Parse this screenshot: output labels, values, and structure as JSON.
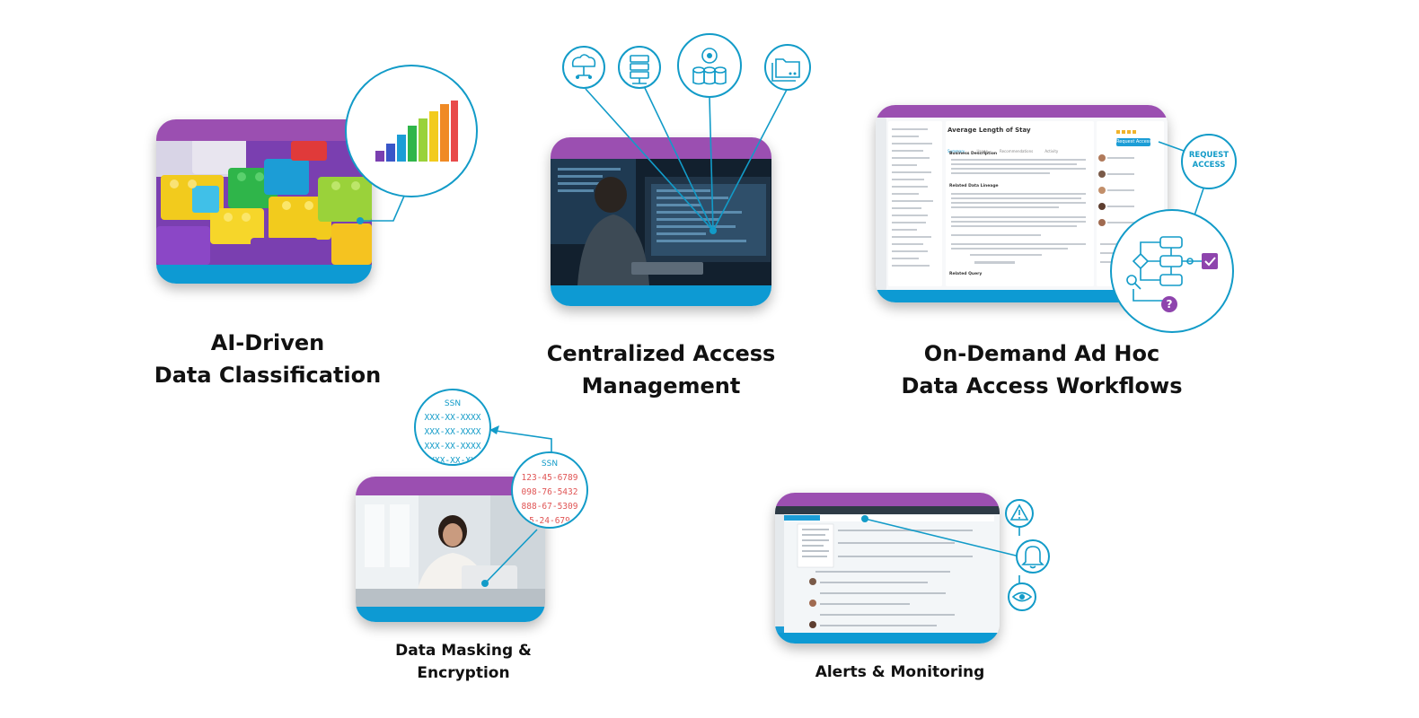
{
  "features": {
    "classification": {
      "line1": "AI-Driven",
      "line2": "Data Classification"
    },
    "access": {
      "line1": "Centralized Access",
      "line2": "Management"
    },
    "workflows": {
      "line1": "On-Demand Ad Hoc",
      "line2": "Data Access Workflows"
    },
    "masking": {
      "line1": "Data Masking &",
      "line2": "Encryption"
    },
    "monitoring": {
      "line1": "Alerts & Monitoring"
    }
  },
  "request_access_bubble": {
    "line1": "REQUEST",
    "line2": "ACCESS"
  },
  "ssn_masked": {
    "heading": "SSN",
    "rows": [
      "XXX-XX-XXXX",
      "XXX-XX-XXXX",
      "XXX-XX-XXXX",
      "XXX-XX-XX"
    ]
  },
  "ssn_clear": {
    "heading": "SSN",
    "rows": [
      "123-45-6789",
      "098-76-5432",
      "888-67-5309",
      "5-24-679"
    ]
  },
  "workflow_app": {
    "title": "Average Length of Stay",
    "button": "Request Access",
    "tabs": [
      "Summary",
      "Usage",
      "Recommendations",
      "Activity"
    ],
    "sections": [
      "Business Description",
      "Related Data Lineage",
      "Related Query"
    ],
    "help_icon": "question-mark-icon"
  },
  "colors": {
    "purple": "#9b4fb1",
    "blue": "#0d9ad3",
    "line": "#129bc8"
  },
  "icons": [
    "cloud-network-icon",
    "server-icon",
    "database-gear-icon",
    "folder-stack-icon",
    "warning-icon",
    "bell-icon",
    "eye-icon",
    "checkbox-icon"
  ]
}
